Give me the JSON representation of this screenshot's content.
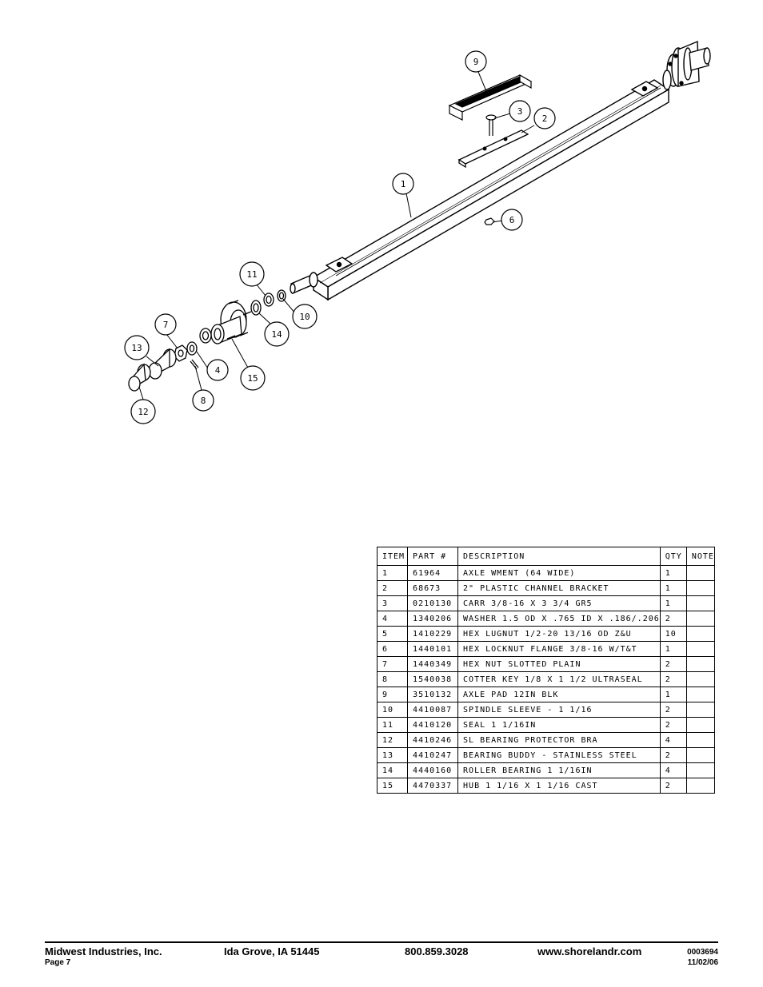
{
  "diagram": {
    "callouts": [
      {
        "label": "1"
      },
      {
        "label": "2"
      },
      {
        "label": "3"
      },
      {
        "label": "4"
      },
      {
        "label": "6"
      },
      {
        "label": "7"
      },
      {
        "label": "8"
      },
      {
        "label": "9"
      },
      {
        "label": "10"
      },
      {
        "label": "11"
      },
      {
        "label": "12"
      },
      {
        "label": "13"
      },
      {
        "label": "14"
      },
      {
        "label": "15"
      }
    ]
  },
  "parts_table": {
    "headers": [
      "ITEM",
      "PART #",
      "DESCRIPTION",
      "QTY",
      "NOTE"
    ],
    "rows": [
      {
        "item": "1",
        "part": "61964",
        "description": "AXLE WMENT (64 WIDE)",
        "qty": "1",
        "note": ""
      },
      {
        "item": "2",
        "part": "68673",
        "description": "2\" PLASTIC CHANNEL BRACKET",
        "qty": "1",
        "note": ""
      },
      {
        "item": "3",
        "part": "0210130",
        "description": "CARR 3/8-16 X 3 3/4 GR5",
        "qty": "1",
        "note": ""
      },
      {
        "item": "4",
        "part": "1340206",
        "description": "WASHER 1.5 OD X .765 ID X .186/.206",
        "qty": "2",
        "note": ""
      },
      {
        "item": "5",
        "part": "1410229",
        "description": "HEX LUGNUT 1/2-20 13/16 OD Z&U",
        "qty": "10",
        "note": ""
      },
      {
        "item": "6",
        "part": "1440101",
        "description": "HEX LOCKNUT FLANGE 3/8-16 W/T&T",
        "qty": "1",
        "note": ""
      },
      {
        "item": "7",
        "part": "1440349",
        "description": "HEX NUT SLOTTED PLAIN",
        "qty": "2",
        "note": ""
      },
      {
        "item": "8",
        "part": "1540038",
        "description": "COTTER KEY 1/8 X 1 1/2 ULTRASEAL",
        "qty": "2",
        "note": ""
      },
      {
        "item": "9",
        "part": "3510132",
        "description": "AXLE PAD 12IN  BLK",
        "qty": "1",
        "note": ""
      },
      {
        "item": "10",
        "part": "4410087",
        "description": "SPINDLE SLEEVE - 1 1/16",
        "qty": "2",
        "note": ""
      },
      {
        "item": "11",
        "part": "4410120",
        "description": "SEAL  1 1/16IN",
        "qty": "2",
        "note": ""
      },
      {
        "item": "12",
        "part": "4410246",
        "description": "SL BEARING PROTECTOR BRA",
        "qty": "4",
        "note": ""
      },
      {
        "item": "13",
        "part": "4410247",
        "description": "BEARING BUDDY - STAINLESS STEEL",
        "qty": "2",
        "note": ""
      },
      {
        "item": "14",
        "part": "4440160",
        "description": "ROLLER BEARING   1 1/16IN",
        "qty": "4",
        "note": ""
      },
      {
        "item": "15",
        "part": "4470337",
        "description": "HUB   1 1/16 X 1 1/16 CAST",
        "qty": "2",
        "note": ""
      }
    ]
  },
  "footer": {
    "company": "Midwest Industries, Inc.",
    "page": "Page 7",
    "location": "Ida Grove, IA  51445",
    "phone": "800.859.3028",
    "website": "www.shorelandr.com",
    "doc_number": "0003694",
    "date": "11/02/06"
  }
}
